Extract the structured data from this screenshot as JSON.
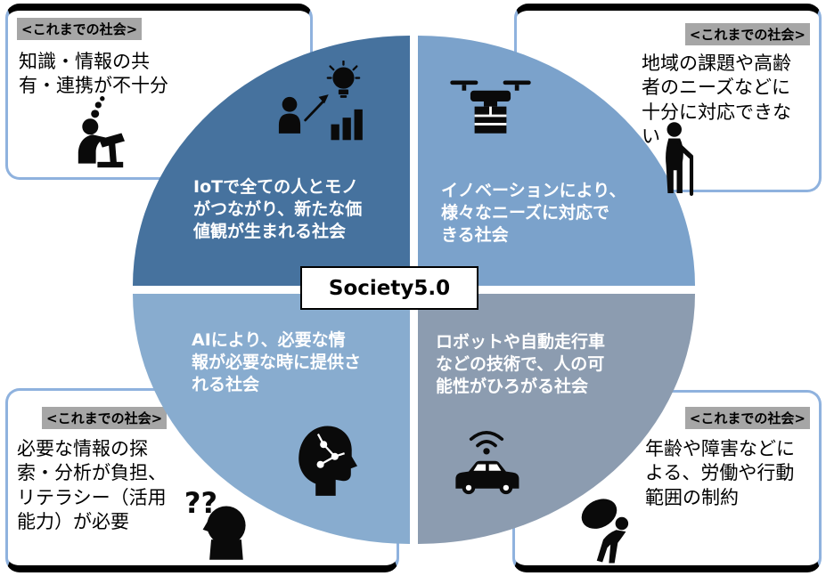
{
  "center": {
    "label": "Society5.0"
  },
  "quadrants": {
    "iot": {
      "text": "IoTで全ての人とモノ\nがつながり、新たな価\n値観が生まれる社会",
      "color": "#46729e",
      "icon": "idea-growth-icon"
    },
    "innovation": {
      "text": "イノベーションにより、\n様々なニーズに対応で\nきる社会",
      "color": "#7ba2cb",
      "icon": "delivery-drone-icon"
    },
    "ai": {
      "text": "AIにより、必要な情\n報が必要な時に提供さ\nれる社会",
      "color": "#88accf",
      "icon": "ai-head-icon"
    },
    "robot": {
      "text": "ロボットや自動走行車\nなどの技術で、人の可\n能性がひろがる社会",
      "color": "#8c9cb0",
      "icon": "connected-car-icon"
    }
  },
  "callouts": {
    "knowledge": {
      "tag": "<これまでの社会>",
      "text": "知識・情報の共\n有・連携が不十分",
      "icon": "pondering-reader-icon"
    },
    "regional": {
      "tag": "<これまでの社会>",
      "text": "地域の課題や高齢\n者のニーズなどに\n十分に対応できな\nい",
      "icon": "elderly-cane-icon"
    },
    "information": {
      "tag": "<これまでの社会>",
      "text": "必要な情報の探\n索・分析が負担、\nリテラシー（活用\n能力）が必要",
      "icon": "confused-head-icon"
    },
    "labor": {
      "tag": "<これまでの社会>",
      "text": "年齢や障害などに\nよる、労働や行動\n範囲の制約",
      "icon": "heavy-load-icon"
    }
  },
  "colors": {
    "callout_border": "#8fb2de",
    "tag_background": "#a6a6a6",
    "icon_black": "#0a0a0a",
    "edge_black": "#000000"
  }
}
